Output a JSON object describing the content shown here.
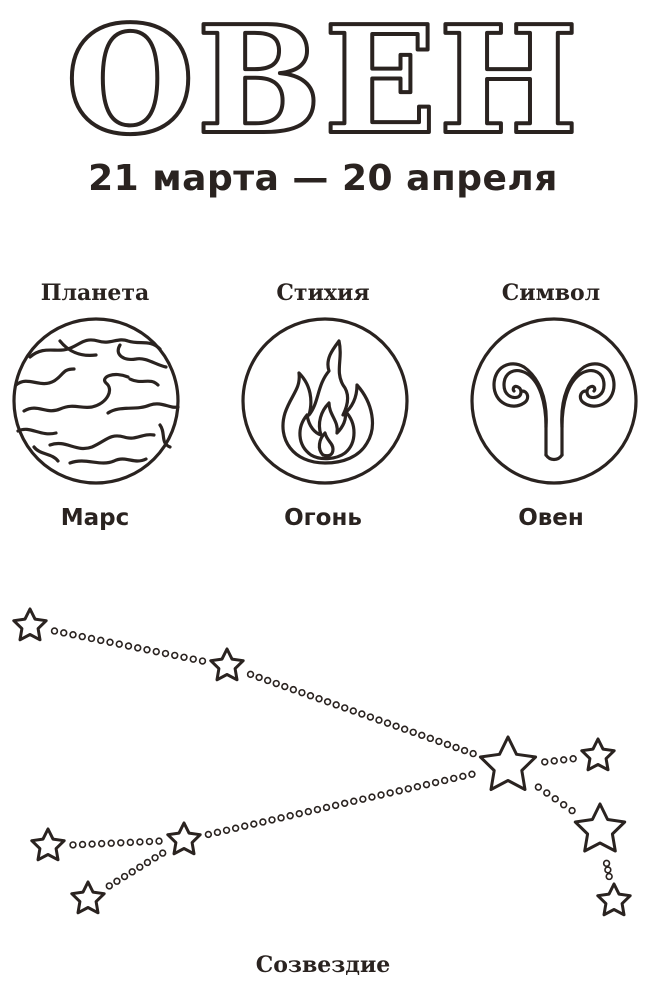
{
  "title": "ОВЕН",
  "dates": "21 марта — 20 апреля",
  "sections": [
    {
      "heading": "Планета",
      "value": "Марс",
      "icon": "mars-planet-icon"
    },
    {
      "heading": "Стихия",
      "value": "Огонь",
      "icon": "fire-icon"
    },
    {
      "heading": "Символ",
      "value": "Овен",
      "icon": "aries-symbol-icon"
    }
  ],
  "footer": "Созвездие",
  "colors": {
    "ink": "#2a2320",
    "paper": "#ffffff"
  }
}
